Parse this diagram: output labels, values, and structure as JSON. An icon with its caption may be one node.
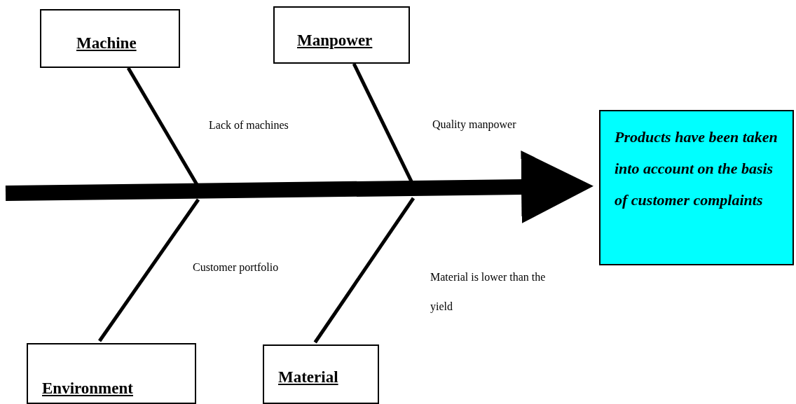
{
  "diagram": {
    "nodes": [
      {
        "text": [
          "Machine"
        ]
      },
      {
        "text": [
          "Manpower"
        ]
      },
      {
        "text": [
          "Environment"
        ]
      },
      {
        "text": [
          "Material"
        ]
      },
      {
        "text": [
          "Products have been taken into account on the basis of customer complaints"
        ]
      }
    ],
    "edges": [
      {
        "from": null,
        "to": 4,
        "arrow": "to",
        "style": "thick"
      },
      {
        "from": 0,
        "to": null,
        "arrow": "none"
      },
      {
        "from": 1,
        "to": null,
        "arrow": "none"
      },
      {
        "from": 2,
        "to": null,
        "arrow": "none"
      },
      {
        "from": 3,
        "to": null,
        "arrow": "none"
      }
    ],
    "labels": [
      "Lack of machines",
      "Quality manpower",
      "Customer portfolio",
      "Material is lower than the yield"
    ]
  }
}
